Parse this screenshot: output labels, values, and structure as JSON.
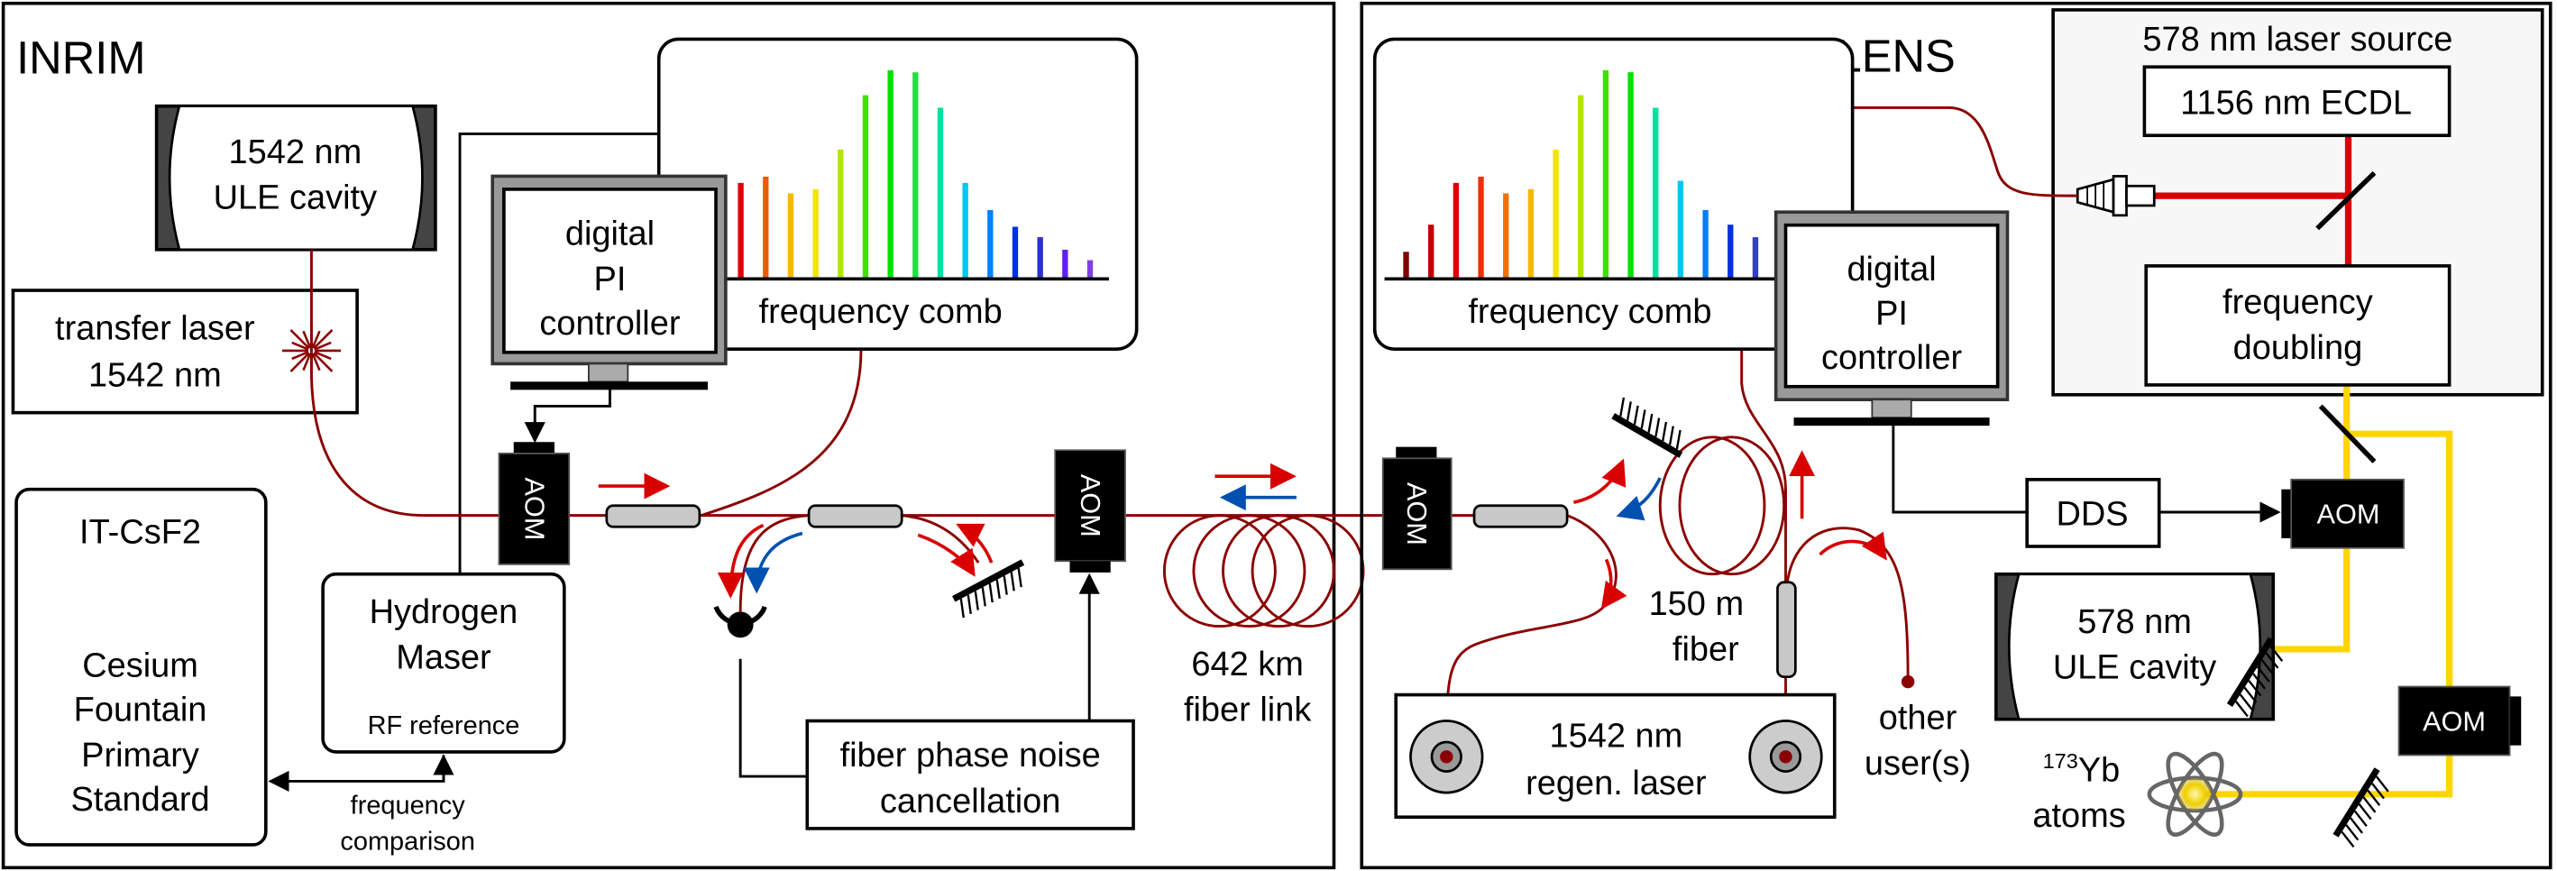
{
  "inrim": {
    "title": "INRIM",
    "ule_cavity": [
      "1542 nm",
      "ULE cavity"
    ],
    "transfer_laser": [
      "transfer laser",
      "1542 nm"
    ],
    "pi_controller": [
      "digital",
      "PI",
      "controller"
    ],
    "frequency_comb": "frequency comb",
    "aom": "AOM",
    "cesium": {
      "name": "IT-CsF2",
      "lines": [
        "Cesium",
        "Fountain",
        "Primary",
        "Standard"
      ]
    },
    "maser": {
      "lines": [
        "Hydrogen",
        "Maser"
      ],
      "sub": "RF reference"
    },
    "comparison": [
      "frequency",
      "comparison"
    ],
    "fpnc": [
      "fiber phase noise",
      "cancellation"
    ]
  },
  "link": {
    "label": [
      "642 km",
      "fiber link"
    ]
  },
  "lens": {
    "title": "LENS",
    "frequency_comb": "frequency comb",
    "pi_controller": [
      "digital",
      "PI",
      "controller"
    ],
    "aom": "AOM",
    "source": {
      "title": "578 nm laser source",
      "ecdl": "1156 nm ECDL",
      "doubling": [
        "frequency",
        "doubling"
      ]
    },
    "dds": "DDS",
    "ule_cavity": [
      "578 nm",
      "ULE cavity"
    ],
    "fiber150": [
      "150 m",
      "fiber"
    ],
    "regen": [
      "1542 nm",
      "regen. laser"
    ],
    "users": [
      "other",
      "user(s)"
    ],
    "atoms": {
      "isotope": "173",
      "element": "Yb",
      "label": "atoms"
    }
  },
  "colors": {
    "fiber": "#8b0000",
    "red_arrow": "#d80000",
    "blue_arrow": "#0050b0",
    "yellow_beam": "#ffd500",
    "red_beam": "#d80000"
  },
  "comb": {
    "inrim_amplitudes": [
      0.46,
      0.49,
      0.41,
      0.43,
      0.62,
      0.88,
      1,
      0.99,
      0.82,
      0.46,
      0.33,
      0.25,
      0.2,
      0.14,
      0.09
    ],
    "inrim_colors": [
      "#e00000",
      "#f05a00",
      "#f5b800",
      "#f2e600",
      "#b5e600",
      "#40e000",
      "#00e000",
      "#20e040",
      "#00e0a0",
      "#00c8f0",
      "#0080ff",
      "#0030e0",
      "#2a30d0",
      "#6020f0",
      "#8040e0"
    ],
    "lens_amplitudes": [
      0.13,
      0.26,
      0.46,
      0.49,
      0.41,
      0.43,
      0.62,
      0.88,
      1,
      0.99,
      0.82,
      0.47,
      0.33,
      0.26,
      0.2
    ],
    "lens_colors": [
      "#800000",
      "#c00000",
      "#e00000",
      "#f03000",
      "#f07000",
      "#f5b800",
      "#f2e600",
      "#b5e600",
      "#40e000",
      "#00e000",
      "#00e0a0",
      "#00c8f0",
      "#0080ff",
      "#0030e0",
      "#3040d0"
    ]
  }
}
